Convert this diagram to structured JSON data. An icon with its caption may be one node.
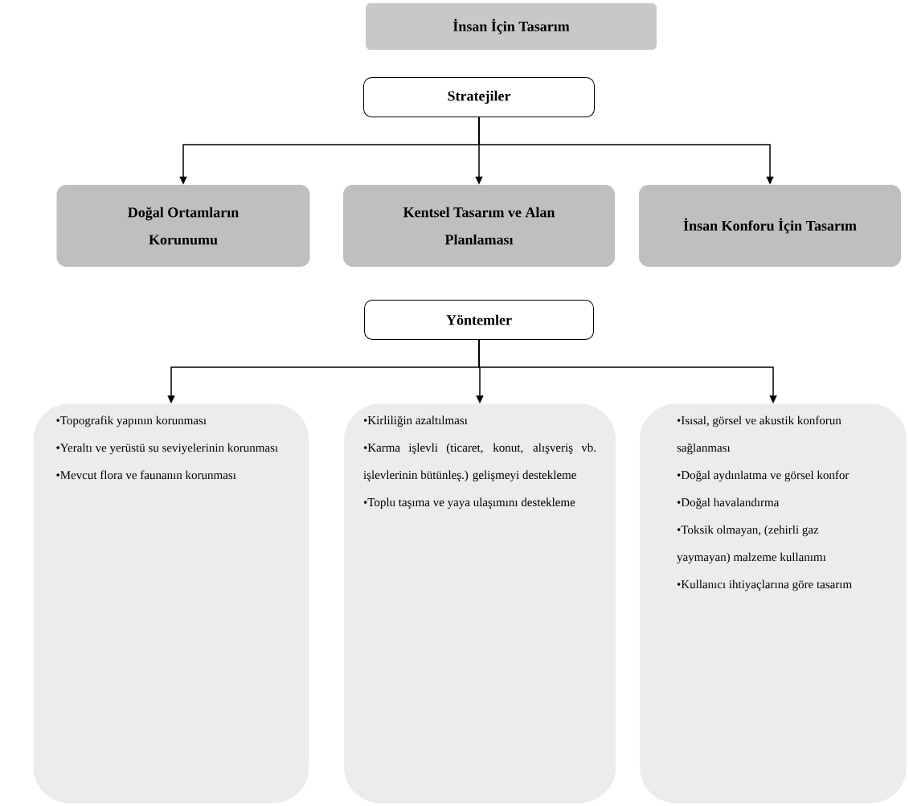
{
  "diagram": {
    "nodes": [
      {
        "text": [
          "İnsan İçin Tasarım"
        ]
      },
      {
        "text": [
          "Stratejiler"
        ]
      },
      {
        "text": [
          "Doğal Ortamların Korunumu"
        ]
      },
      {
        "text": [
          "Kentsel Tasarım ve Alan Planlaması"
        ]
      },
      {
        "text": [
          "İnsan Konforu İçin Tasarım"
        ]
      },
      {
        "text": [
          "Yöntemler"
        ]
      },
      {
        "text": [
          "•Topografik yapının korunması",
          "•Yeraltı ve yerüstü su seviyelerinin korunması",
          "•Mevcut flora ve faunanın korunması"
        ]
      },
      {
        "text": [
          "•Kirliliğin azaltılması",
          "•Karma işlevli (ticaret, konut, alışveriş vb. işlevlerinin bütünleş.) gelişmeyi destekleme",
          "•Toplu taşıma ve yaya ulaşımını destekleme"
        ]
      },
      {
        "text": [
          "•Isısal, görsel ve akustik konforun sağlanması",
          "•Doğal aydınlatma ve görsel konfor",
          "•Doğal havalandırma",
          "•Toksik olmayan, (zehirli gaz yaymayan) malzeme kullanımı",
          "•Kullanıcı ihtiyaçlarına göre tasarım"
        ]
      }
    ],
    "edges": [
      {
        "from": 1,
        "to": 2,
        "arrow": "to"
      },
      {
        "from": 1,
        "to": 3,
        "arrow": "to"
      },
      {
        "from": 1,
        "to": 4,
        "arrow": "to"
      },
      {
        "from": 5,
        "to": 6,
        "arrow": "to"
      },
      {
        "from": 5,
        "to": 7,
        "arrow": "to"
      },
      {
        "from": 5,
        "to": 8,
        "arrow": "to"
      }
    ]
  }
}
